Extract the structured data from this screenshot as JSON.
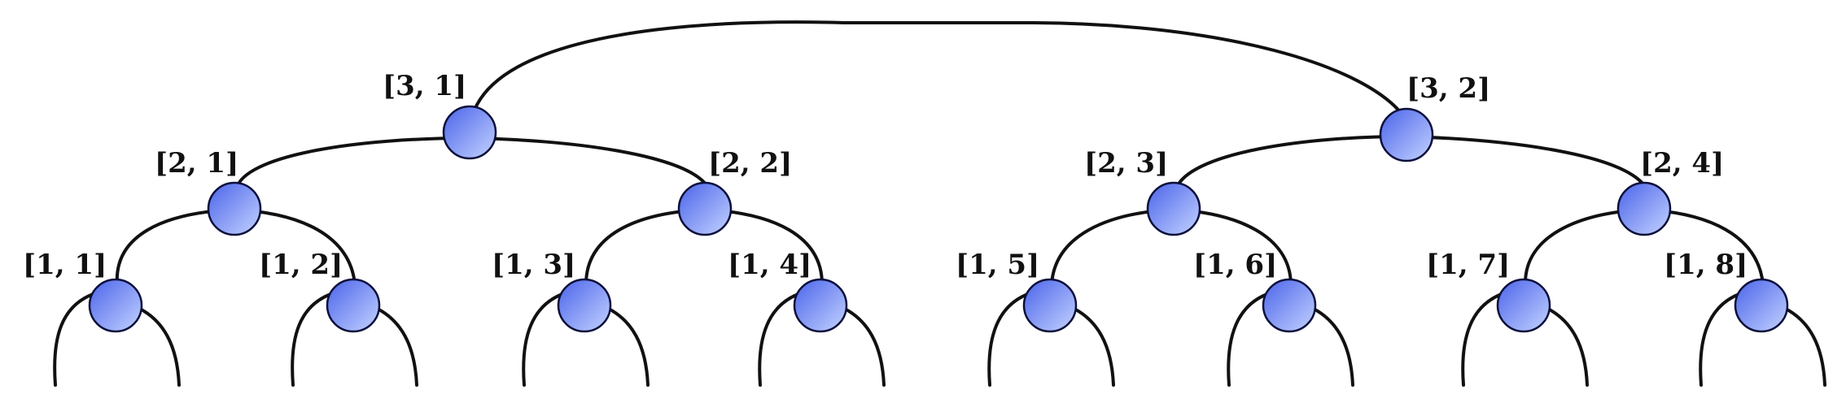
{
  "colors": {
    "node_light": "#c4d3ff",
    "node_dark": "#4a63ea",
    "edge": "#111111"
  },
  "nodes": [
    {
      "id": "3-1",
      "label": "[3, 1]"
    },
    {
      "id": "3-2",
      "label": "[3, 2]"
    },
    {
      "id": "2-1",
      "label": "[2, 1]"
    },
    {
      "id": "2-2",
      "label": "[2, 2]"
    },
    {
      "id": "2-3",
      "label": "[2, 3]"
    },
    {
      "id": "2-4",
      "label": "[2, 4]"
    },
    {
      "id": "1-1",
      "label": "[1, 1]"
    },
    {
      "id": "1-2",
      "label": "[1, 2]"
    },
    {
      "id": "1-3",
      "label": "[1, 3]"
    },
    {
      "id": "1-4",
      "label": "[1, 4]"
    },
    {
      "id": "1-5",
      "label": "[1, 5]"
    },
    {
      "id": "1-6",
      "label": "[1, 6]"
    },
    {
      "id": "1-7",
      "label": "[1, 7]"
    },
    {
      "id": "1-8",
      "label": "[1, 8]"
    }
  ],
  "edges": [
    {
      "from": "3-1",
      "to": "3-2"
    },
    {
      "from": "3-1",
      "to": "2-1"
    },
    {
      "from": "3-1",
      "to": "2-2"
    },
    {
      "from": "3-2",
      "to": "2-3"
    },
    {
      "from": "3-2",
      "to": "2-4"
    },
    {
      "from": "2-1",
      "to": "1-1"
    },
    {
      "from": "2-1",
      "to": "1-2"
    },
    {
      "from": "2-2",
      "to": "1-3"
    },
    {
      "from": "2-2",
      "to": "1-4"
    },
    {
      "from": "2-3",
      "to": "1-5"
    },
    {
      "from": "2-3",
      "to": "1-6"
    },
    {
      "from": "2-4",
      "to": "1-7"
    },
    {
      "from": "2-4",
      "to": "1-8"
    }
  ]
}
